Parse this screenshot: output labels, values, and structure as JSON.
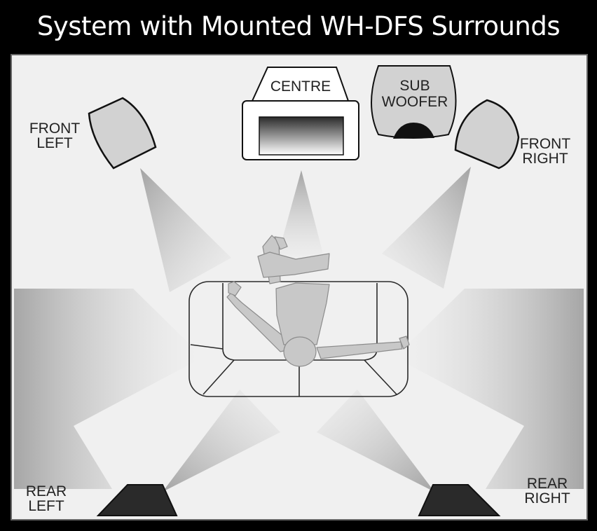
{
  "title": "System with Mounted WH-DFS Surrounds",
  "speakers": {
    "front_left": [
      "FRONT",
      "LEFT"
    ],
    "front_right": [
      "FRONT",
      "RIGHT"
    ],
    "centre": "CENTRE",
    "subwoofer": [
      "SUB",
      "WOOFER"
    ],
    "rear_left": [
      "REAR",
      "LEFT"
    ],
    "rear_right": [
      "REAR",
      "RIGHT"
    ]
  },
  "colors": {
    "background": "#000000",
    "room": "#f0f0f0",
    "speaker_fill": "#d2d2d2",
    "rear_speaker_fill": "#2a2a2a",
    "listener_fill": "#c8c8c8"
  }
}
